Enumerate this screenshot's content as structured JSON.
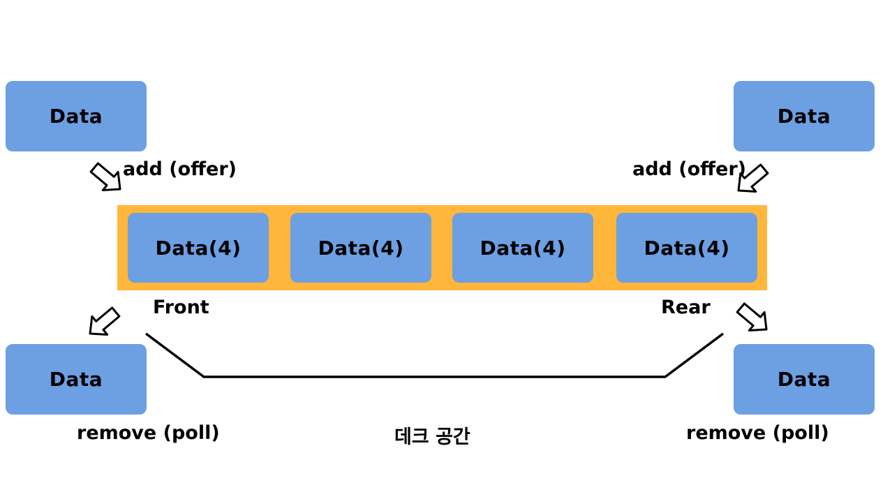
{
  "diagram": {
    "top_left_box": "Data",
    "top_right_box": "Data",
    "bottom_left_box": "Data",
    "bottom_right_box": "Data",
    "add_left_label": "add (offer)",
    "add_right_label": "add (offer)",
    "remove_left_label": "remove (poll)",
    "remove_right_label": "remove (poll)",
    "deque_items": [
      "Data(4)",
      "Data(4)",
      "Data(4)",
      "Data(4)"
    ],
    "front_label": "Front",
    "rear_label": "Rear",
    "space_label": "데크 공간"
  },
  "colors": {
    "box_fill": "#6d9fe3",
    "deque_fill": "#ffb63b",
    "text": "#000000"
  },
  "icons": [
    "arrow-in-icon",
    "arrow-out-icon"
  ]
}
